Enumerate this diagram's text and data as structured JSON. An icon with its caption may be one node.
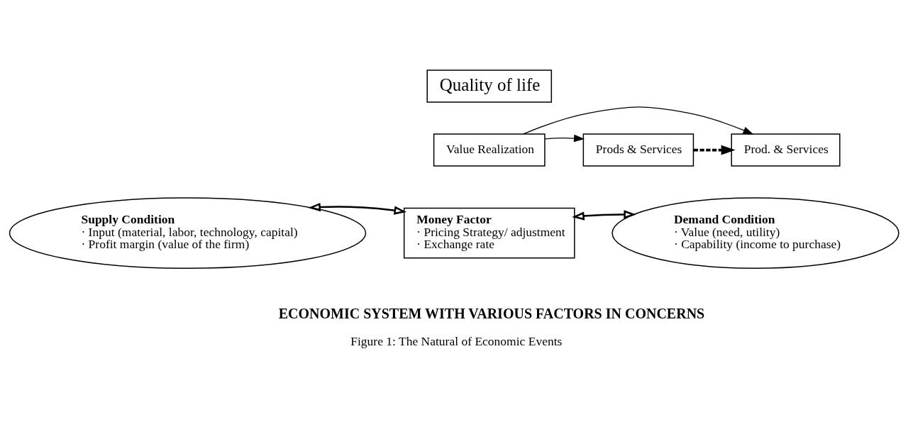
{
  "diagram": {
    "caption": "Figure 1: The Natural of Economic Events",
    "nodes": [
      {
        "text": [
          "Quality of life"
        ]
      },
      {
        "text": [
          "Prods & Services"
        ]
      },
      {
        "text": [
          "Value Realization"
        ]
      },
      {
        "text": [
          "Prod. & Services"
        ]
      },
      {
        "text": [
          "Supply Condition",
          "· Input (material, labor, technology, capital)",
          "· Profit margin (value of the firm)"
        ]
      },
      {
        "text": [
          "Money Factor",
          "· Pricing Strategy/ adjustment",
          "· Exchange rate"
        ]
      },
      {
        "text": [
          "Demand Condition",
          "· Value (need, utility)",
          "· Capability (income to purchase)"
        ]
      }
    ],
    "edges": [
      {
        "from": 2,
        "to": 1,
        "arrow": "to"
      },
      {
        "from": 2,
        "to": 3,
        "arrow": "to"
      },
      {
        "from": 1,
        "to": 3,
        "arrow": "to",
        "style": "dashed"
      },
      {
        "from": 4,
        "to": 5,
        "arrow": "both"
      },
      {
        "from": 5,
        "to": 6,
        "arrow": "both"
      }
    ],
    "labels": [
      "ECONOMIC SYSTEM WITH VARIOUS FACTORS IN CONCERNS"
    ]
  }
}
